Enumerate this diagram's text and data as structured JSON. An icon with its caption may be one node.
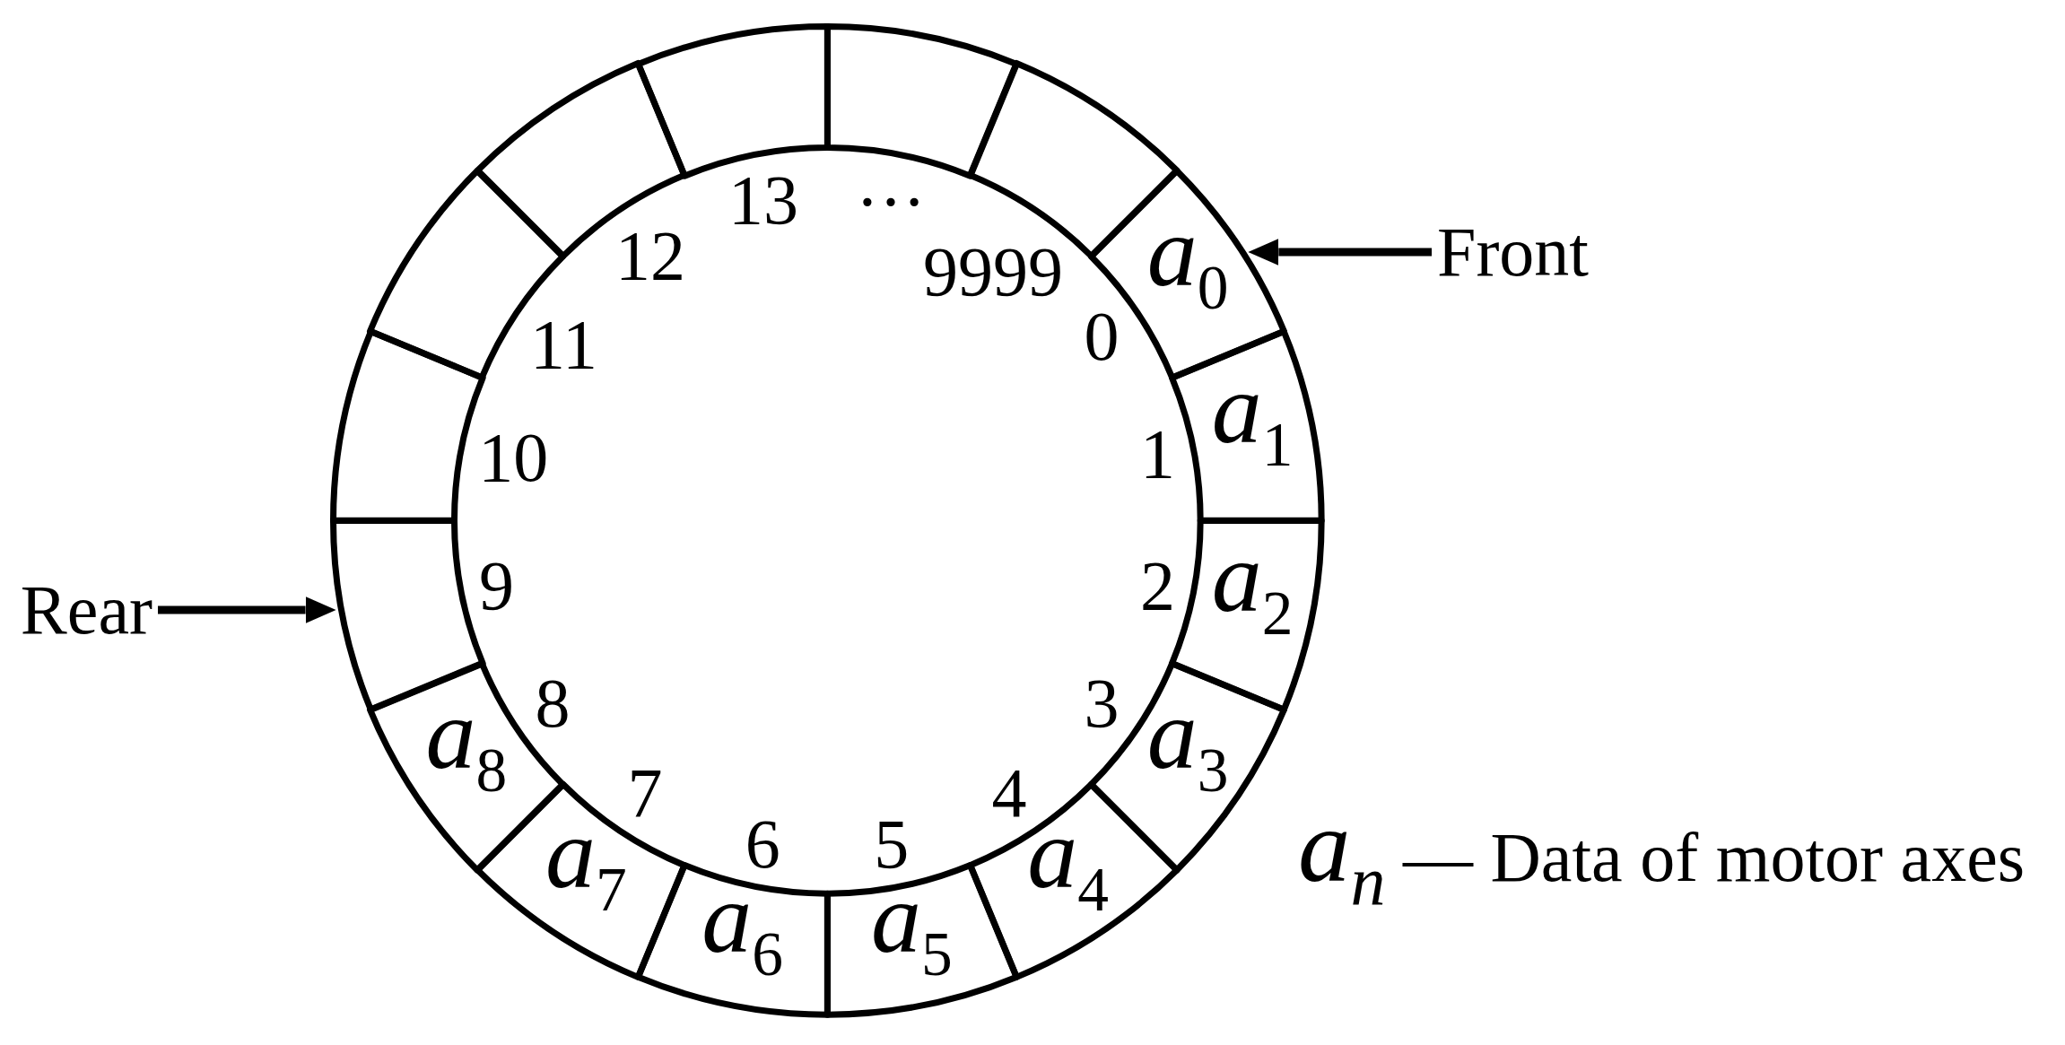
{
  "diagram": {
    "nodes": [
      {
        "text": [
          "*a*$_{0}$"
        ],
        "beside": [
          "0"
        ]
      },
      {
        "text": [
          "*a*$_{1}$"
        ],
        "beside": [
          "1"
        ]
      },
      {
        "text": [
          "*a*$_{2}$"
        ],
        "beside": [
          "2"
        ]
      },
      {
        "text": [
          "*a*$_{3}$"
        ],
        "beside": [
          "3"
        ]
      },
      {
        "text": [
          "*a*$_{4}$"
        ],
        "beside": [
          "4"
        ]
      },
      {
        "text": [
          "*a*$_{5}$"
        ],
        "beside": [
          "5"
        ]
      },
      {
        "text": [
          "*a*$_{6}$"
        ],
        "beside": [
          "6"
        ]
      },
      {
        "text": [
          "*a*$_{7}$"
        ],
        "beside": [
          "7"
        ]
      },
      {
        "text": [
          "*a*$_{8}$"
        ],
        "beside": [
          "8"
        ]
      },
      {
        "text": [],
        "shape": "box",
        "beside": [
          "9"
        ]
      },
      {
        "text": [],
        "shape": "box",
        "beside": [
          "10"
        ]
      },
      {
        "text": [],
        "shape": "box",
        "beside": [
          "11"
        ]
      },
      {
        "text": [],
        "shape": "box",
        "beside": [
          "12"
        ]
      },
      {
        "text": [],
        "shape": "box",
        "beside": [
          "13"
        ]
      },
      {
        "text": [],
        "shape": "box",
        "beside": [
          "…"
        ]
      },
      {
        "text": [],
        "shape": "box",
        "beside": [
          "9999"
        ]
      },
      {
        "text": [
          "Front"
        ]
      },
      {
        "text": [
          "Rear"
        ]
      }
    ],
    "edges": [
      {
        "from": 16,
        "to": 0,
        "arrow": "to"
      },
      {
        "from": 17,
        "to": 9,
        "arrow": "to"
      }
    ],
    "labels": [
      "*a*$_{n}$ — Data of motor axes"
    ]
  }
}
